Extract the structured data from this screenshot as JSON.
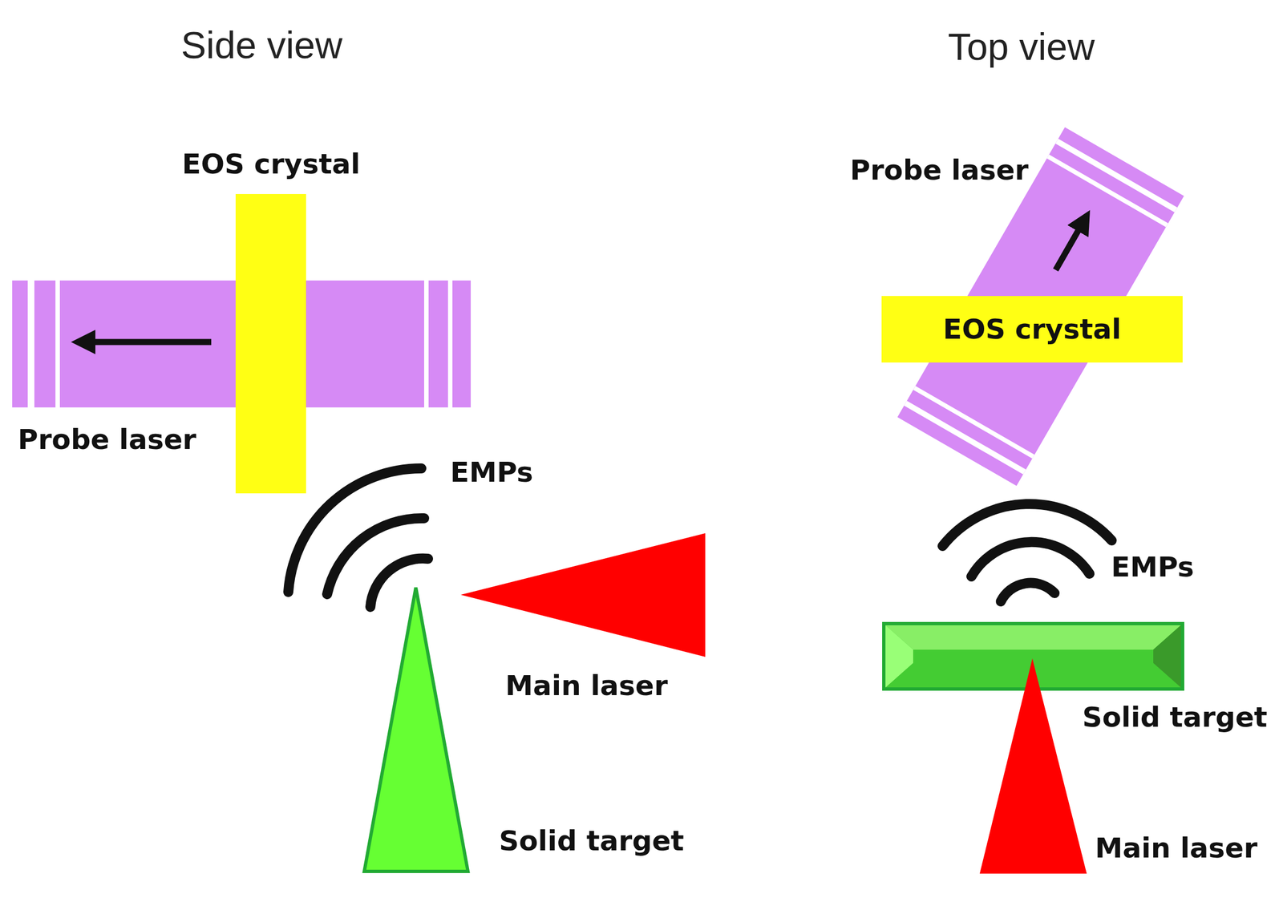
{
  "diagram": {
    "nodes": [
      {
        "text": [
          "EOS crystal"
        ]
      }
    ],
    "labels": [
      "Side view",
      "Top view",
      "EOS crystal",
      "Probe laser",
      "EMPs",
      "Main laser",
      "Solid target",
      "Probe laser",
      "EMPs",
      "Solid target",
      "Main laser"
    ]
  }
}
